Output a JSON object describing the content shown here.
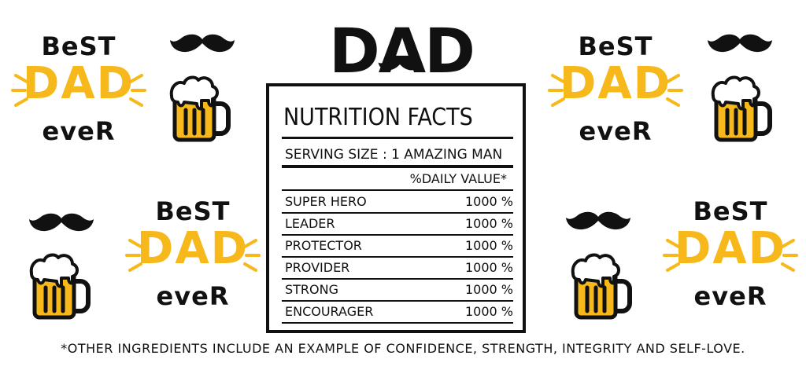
{
  "header": {
    "title": "DAD"
  },
  "badges": {
    "best": "BeST",
    "dad": "DAD",
    "ever": "eveR"
  },
  "label": {
    "title": "NUTRITION FACTS",
    "serving": "SERVING SIZE : 1 AMAZING MAN",
    "daily_value": "%DAILY VALUE*",
    "rows": [
      {
        "name": "SUPER HERO",
        "value": "1000 %"
      },
      {
        "name": "LEADER",
        "value": "1000 %"
      },
      {
        "name": "PROTECTOR",
        "value": "1000 %"
      },
      {
        "name": "PROVIDER",
        "value": "1000 %"
      },
      {
        "name": "STRONG",
        "value": "1000 %"
      },
      {
        "name": "ENCOURAGER",
        "value": "1000 %"
      }
    ]
  },
  "footnote": "*OTHER INGREDIENTS INCLUDE AN EXAMPLE OF CONFIDENCE, STRENGTH, INTEGRITY AND SELF-LOVE.",
  "colors": {
    "accent": "#F6B81A",
    "ink": "#111111",
    "foam": "#ffffff"
  },
  "icons": [
    "mustache-icon",
    "beer-mug-icon"
  ]
}
